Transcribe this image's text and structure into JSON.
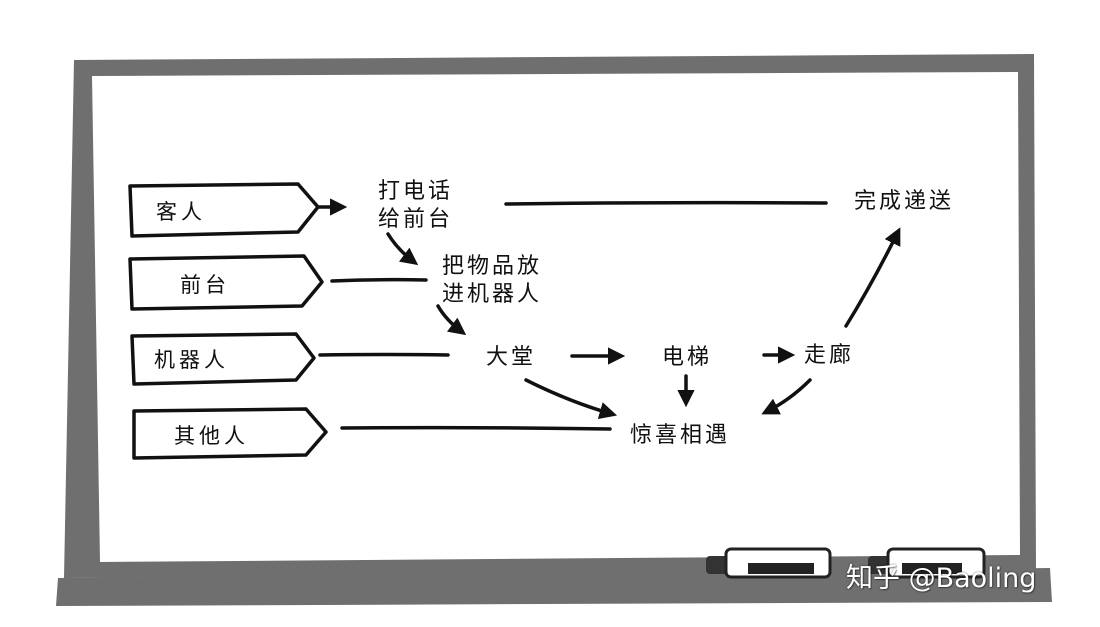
{
  "lanes": [
    {
      "id": "guest",
      "label": "客人"
    },
    {
      "id": "front-desk",
      "label": "前台"
    },
    {
      "id": "robot",
      "label": "机器人"
    },
    {
      "id": "others",
      "label": "其他人"
    }
  ],
  "steps": {
    "call_front_desk": [
      "打电话",
      "给前台"
    ],
    "load_robot": [
      "把物品放",
      "进机器人"
    ],
    "lobby": "大堂",
    "elevator": "电梯",
    "corridor": "走廊",
    "delivered": "完成递送",
    "surprise": "惊喜相遇"
  },
  "watermark": "知乎 @Baoling",
  "colors": {
    "board_frame": "#6f6f6f",
    "ink": "#111111",
    "marker_body": "#ffffff"
  }
}
